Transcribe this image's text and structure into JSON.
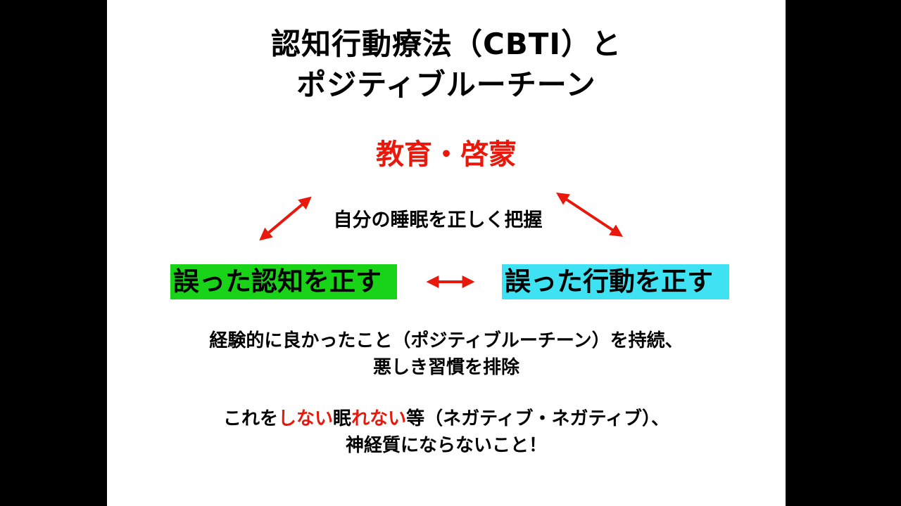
{
  "colors": {
    "accent_red": "#e8180c",
    "left_box_bg": "#18d318",
    "right_box_bg": "#3fe2f2"
  },
  "slide": {
    "title": {
      "line1": "認知行動療法（CBTI）と",
      "line2": "ポジティブルーチーン"
    },
    "top_concept": "教育・啓蒙",
    "middle_caption": "自分の睡眠を正しく把握",
    "left_box": "誤った認知を正す",
    "right_box": "誤った行動を正す",
    "description1": {
      "line1": "経験的に良かったこと（ポジティブルーチーン）を持続、",
      "line2": "悪しき習慣を排除"
    },
    "description2": {
      "line1_parts": [
        "これを",
        "しない",
        "眠",
        "れない",
        "等（ネガティブ・ネガティブ）、"
      ],
      "line2": "神経質にならないこと！"
    }
  }
}
